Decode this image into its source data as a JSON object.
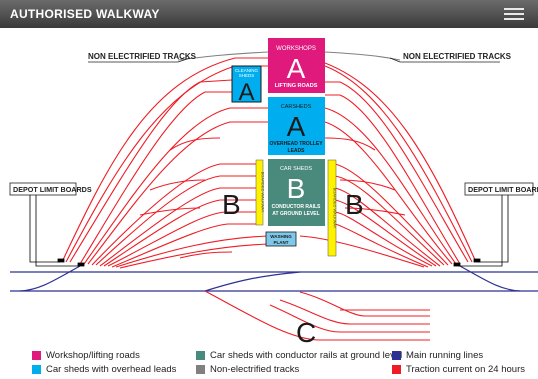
{
  "header": {
    "title": "AUTHORISED WALKWAY"
  },
  "labels": {
    "non_electrified_left": "NON ELECTRIFIED TRACKS",
    "non_electrified_right": "NON ELECTRIFIED TRACKS",
    "depot_limit_left": "DEPOT LIMIT BOARDS",
    "depot_limit_right": "DEPOT LIMIT BOARDS"
  },
  "blocks": {
    "workshops": {
      "caption": "WORKSHOPS",
      "letter": "A",
      "sub": "LIFTING ROADS"
    },
    "cleaning": {
      "caption_1": "CLEANING",
      "caption_2": "SHEDS",
      "letter": "A"
    },
    "carsheds_a": {
      "caption": "CARSHEDS",
      "letter": "A",
      "sub_1": "OVERHEAD TROLLEY",
      "sub_2": "LEADS"
    },
    "carsheds_b": {
      "caption": "CAR SHEDS",
      "letter": "B",
      "sub_1": "CONDUCTOR RAILS",
      "sub_2": "AT GROUND LEVEL"
    },
    "washing": {
      "line_1": "WASHING",
      "line_2": "PLANT"
    }
  },
  "walkway_label": "BOARDED WALKWAY",
  "zones": {
    "left": "B",
    "right": "B",
    "bottom": "C"
  },
  "colors": {
    "workshop": "#e0197d",
    "overhead": "#00aeef",
    "conductor": "#4a8a7c",
    "non_electrified": "#808080",
    "main_lines": "#2e3192",
    "traction": "#ee1c25",
    "walkway": "#fff200"
  },
  "legend": [
    {
      "label": "Workshop/lifting roads",
      "color": "#e0197d"
    },
    {
      "label": "Car sheds with overhead leads",
      "color": "#00aeef"
    },
    {
      "label": "Car sheds with conductor rails at ground level",
      "color": "#4a8a7c"
    },
    {
      "label": "Non-electrified tracks",
      "color": "#808080"
    },
    {
      "label": "Main running lines",
      "color": "#2e3192"
    },
    {
      "label": "Traction current on 24 hours",
      "color": "#ee1c25"
    }
  ]
}
